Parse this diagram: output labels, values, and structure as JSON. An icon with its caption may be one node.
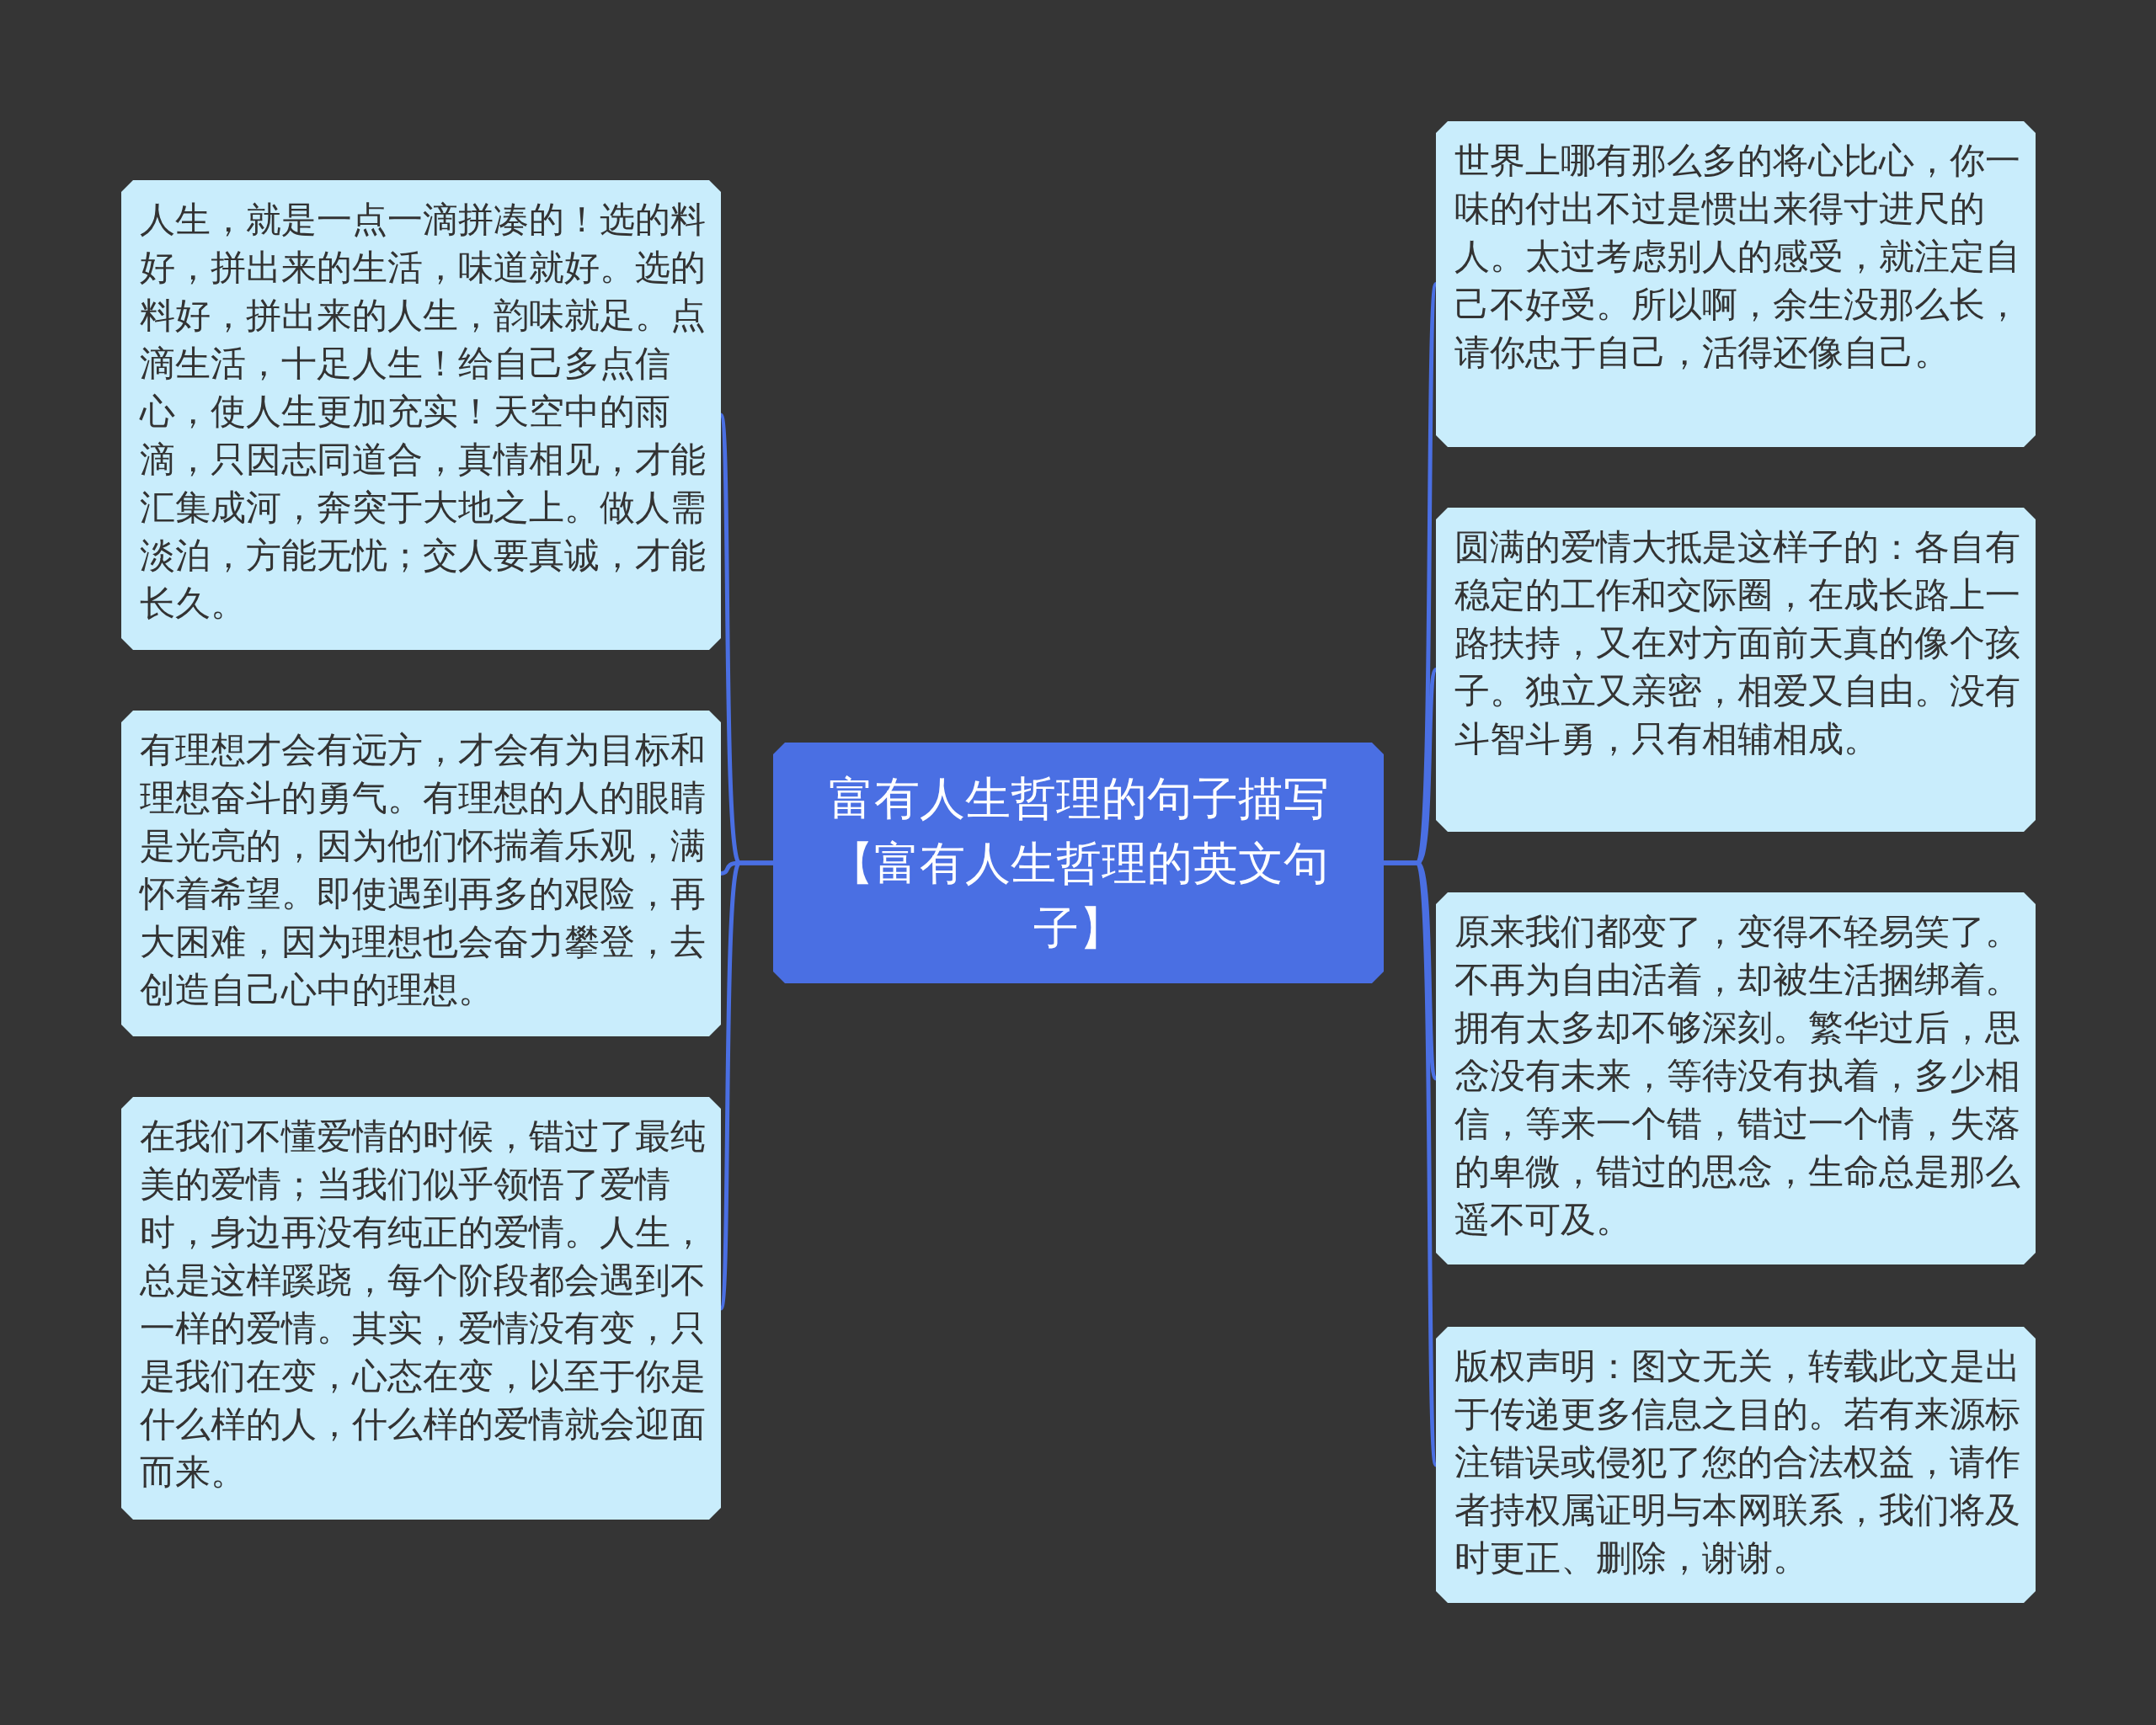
{
  "diagram": {
    "nodes": [
      {
        "text": [
          "富有人生哲理的句子描写【富有人生哲理的英文句子】"
        ]
      },
      {
        "text": [
          "人生，就是一点一滴拼凑的！选的料好，拼出来的生活，味道就好。选的料好，拼出来的人生，韵味就足。点滴生活，十足人生！给自己多点信心，使人生更加充实！天空中的雨滴，只因志同道合，真情相见，才能汇集成河，奔突于大地之上。做人需淡泊，方能无忧；交人要真诚，才能长久。"
        ]
      },
      {
        "text": [
          "有理想才会有远方，才会有为目标和理想奋斗的勇气。有理想的人的眼睛是光亮的，因为他们怀揣着乐观，满怀着希望。即使遇到再多的艰险，再大困难，因为理想也会奋力攀登，去创造自己心中的理想。"
        ]
      },
      {
        "text": [
          "在我们不懂爱情的时候，错过了最纯美的爱情；当我们似乎领悟了爱情时，身边再没有纯正的爱情。人生，总是这样蹊跷，每个阶段都会遇到不一样的爱情。其实，爱情没有变，只是我们在变，心态在变，以至于你是什么样的人，什么样的爱情就会迎面而来。"
        ]
      },
      {
        "text": [
          "世界上哪有那么多的将心比心，你一味的付出不过是惯出来得寸进尺的人。太过考虑别人的感受，就注定自己不好受。所以啊，余生没那么长，请你忠于自己，活得还像自己。"
        ]
      },
      {
        "text": [
          "圆满的爱情大抵是这样子的：各自有稳定的工作和交际圈，在成长路上一路扶持，又在对方面前天真的像个孩子。独立又亲密，相爱又自由。没有斗智斗勇，只有相辅相成。"
        ]
      },
      {
        "text": [
          "原来我们都变了，变得不轻易笑了。不再为自由活着，却被生活捆绑着。拥有太多却不够深刻。繁华过后，思念没有未来，等待没有执着，多少相信，等来一个错，错过一个情，失落的卑微，错过的思念，生命总是那么遥不可及。"
        ]
      },
      {
        "text": [
          "版权声明：图文无关，转载此文是出于传递更多信息之目的。若有来源标注错误或侵犯了您的合法权益，请作者持权属证明与本网联系，我们将及时更正、删除，谢谢。"
        ]
      }
    ],
    "edges": [
      {
        "from": 0,
        "to": 1,
        "arrow": "none"
      },
      {
        "from": 0,
        "to": 2,
        "arrow": "none"
      },
      {
        "from": 0,
        "to": 3,
        "arrow": "none"
      },
      {
        "from": 0,
        "to": 4,
        "arrow": "none"
      },
      {
        "from": 0,
        "to": 5,
        "arrow": "none"
      },
      {
        "from": 0,
        "to": 6,
        "arrow": "none"
      },
      {
        "from": 0,
        "to": 7,
        "arrow": "none"
      }
    ]
  }
}
